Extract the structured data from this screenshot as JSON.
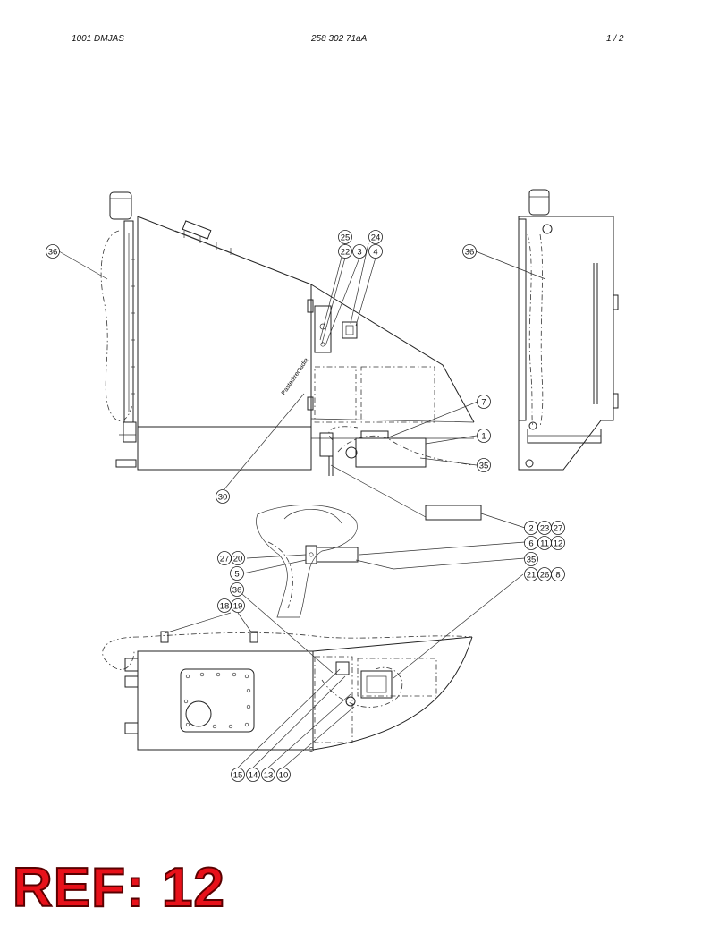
{
  "header": {
    "left": "1001 DMJAS",
    "center": "258 302 71aA",
    "page": "1 /  2"
  },
  "diagram": {
    "curved_label": "Pastedirectadie",
    "balloons": [
      {
        "key": "b25",
        "label": "25"
      },
      {
        "key": "b24",
        "label": "24"
      },
      {
        "key": "b22",
        "label": "22"
      },
      {
        "key": "b3",
        "label": "3"
      },
      {
        "key": "b4",
        "label": "4"
      },
      {
        "key": "b36a",
        "label": "36"
      },
      {
        "key": "b36b",
        "label": "36"
      },
      {
        "key": "b7",
        "label": "7"
      },
      {
        "key": "b1",
        "label": "1"
      },
      {
        "key": "b35a",
        "label": "35"
      },
      {
        "key": "b30",
        "label": "30"
      },
      {
        "key": "b2",
        "label": "2"
      },
      {
        "key": "b23",
        "label": "23"
      },
      {
        "key": "b27a",
        "label": "27"
      },
      {
        "key": "b6",
        "label": "6"
      },
      {
        "key": "b11",
        "label": "11"
      },
      {
        "key": "b12",
        "label": "12"
      },
      {
        "key": "b27b",
        "label": "27"
      },
      {
        "key": "b20",
        "label": "20"
      },
      {
        "key": "b35b",
        "label": "35"
      },
      {
        "key": "b5",
        "label": "5"
      },
      {
        "key": "b21",
        "label": "21"
      },
      {
        "key": "b26",
        "label": "26"
      },
      {
        "key": "b8",
        "label": "8"
      },
      {
        "key": "b36c",
        "label": "36"
      },
      {
        "key": "b18",
        "label": "18"
      },
      {
        "key": "b19",
        "label": "19"
      },
      {
        "key": "b15",
        "label": "15"
      },
      {
        "key": "b14",
        "label": "14"
      },
      {
        "key": "b13",
        "label": "13"
      },
      {
        "key": "b10",
        "label": "10"
      }
    ]
  },
  "reference": {
    "text": "REF: 12",
    "color": "#e8111a"
  }
}
